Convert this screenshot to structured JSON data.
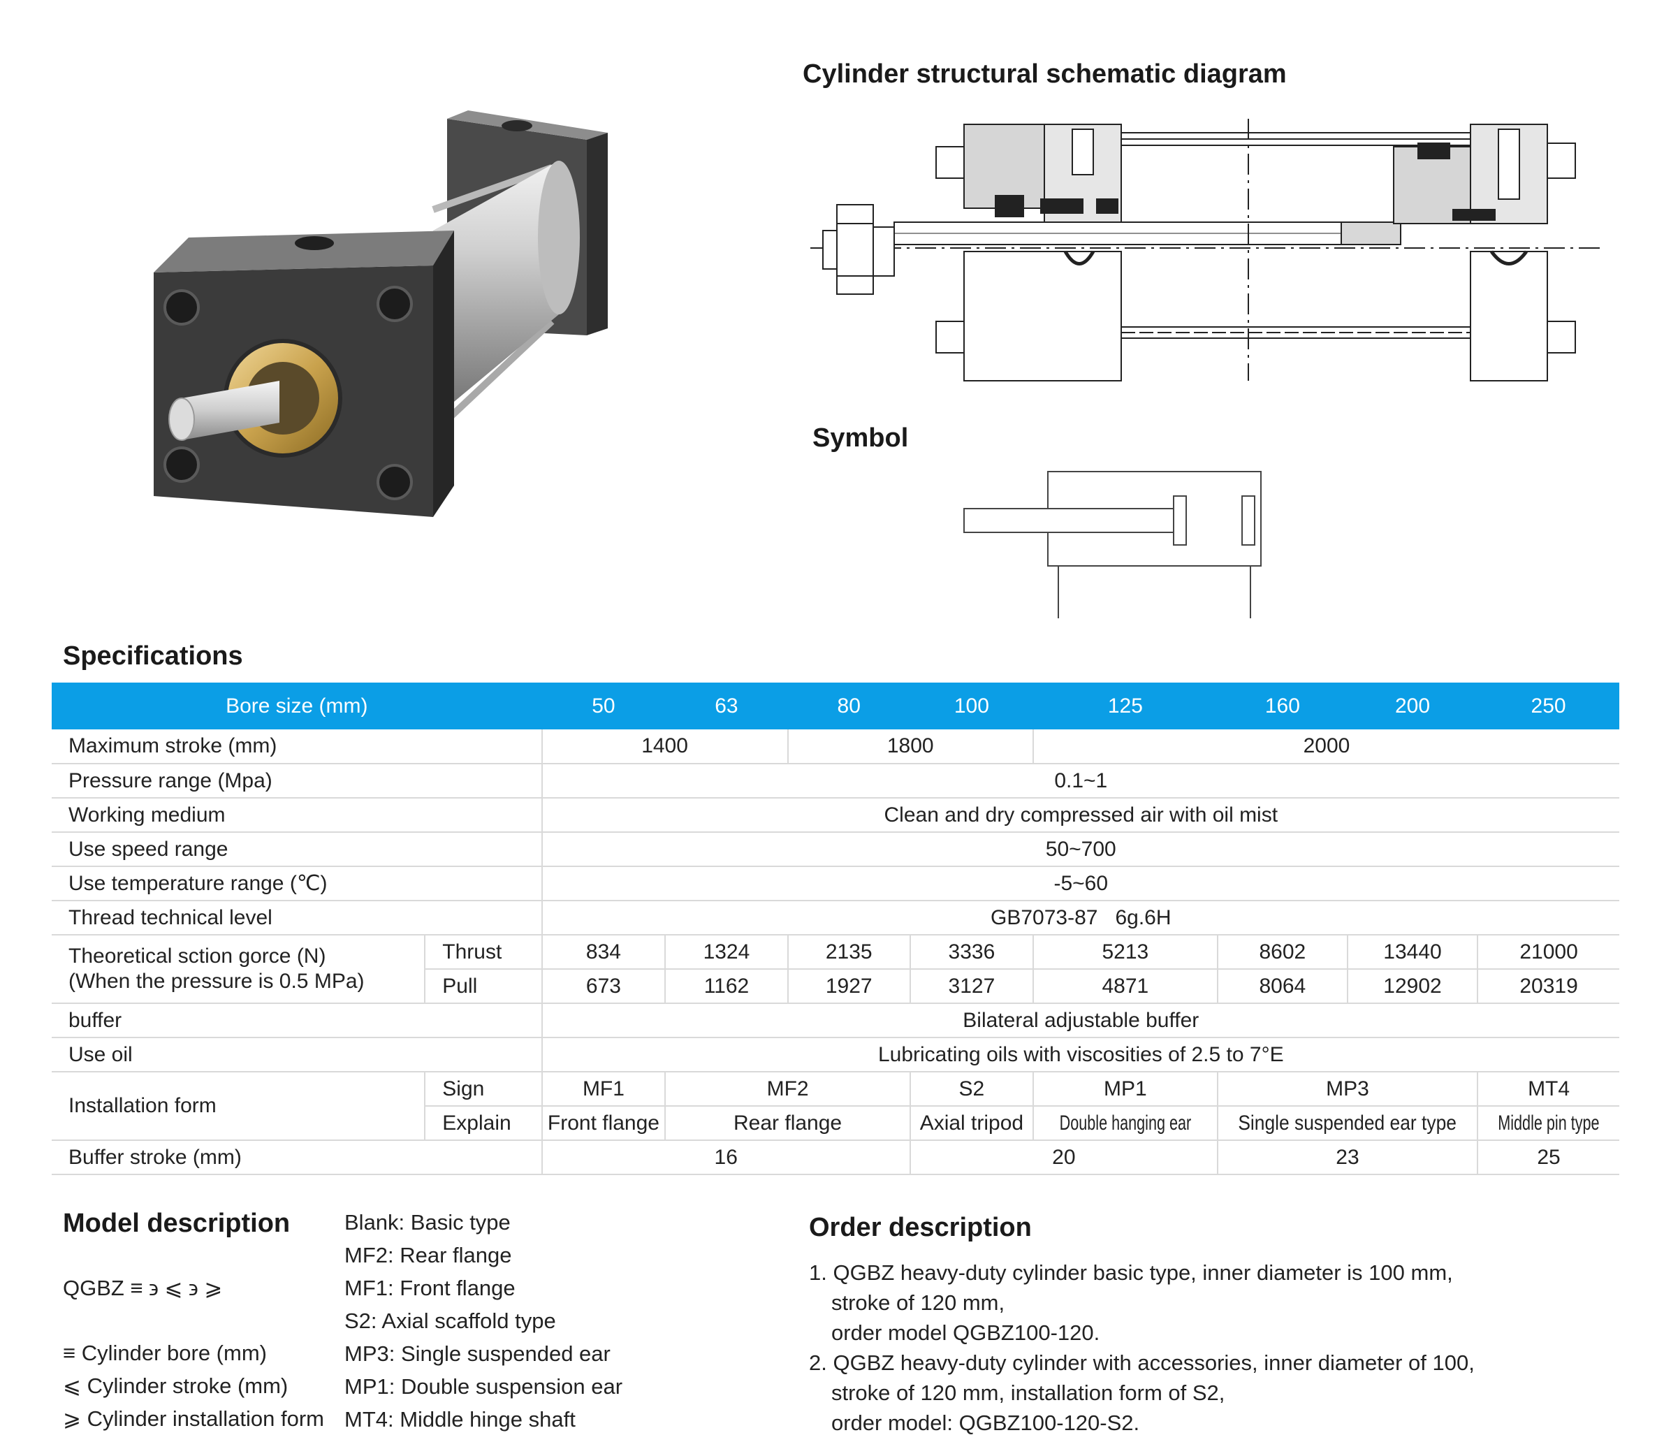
{
  "schematic": {
    "title": "Cylinder structural schematic diagram"
  },
  "symbol": {
    "title": "Symbol"
  },
  "specifications": {
    "title": "Specifications",
    "header_label": "Bore size (mm)",
    "bores": [
      "50",
      "63",
      "80",
      "100",
      "125",
      "160",
      "200",
      "250"
    ],
    "max_stroke": {
      "label": "Maximum stroke (mm)",
      "values": [
        "1400",
        "1800",
        "2000"
      ]
    },
    "pressure": {
      "label": "Pressure range (Mpa)",
      "value": "0.1~1"
    },
    "medium": {
      "label": "Working medium",
      "value": "Clean and dry compressed air with oil mist"
    },
    "speed": {
      "label": "Use speed range",
      "value": "50~700"
    },
    "temperature": {
      "label": "Use temperature range (℃)",
      "value": "-5~60"
    },
    "thread": {
      "label": "Thread technical level",
      "value": "GB7073-87   6g.6H"
    },
    "force": {
      "label_line1": "Theoretical sction gorce (N)",
      "label_line2": "(When the pressure is 0.5 MPa)",
      "thrust_label": "Thrust",
      "thrust": [
        "834",
        "1324",
        "2135",
        "3336",
        "5213",
        "8602",
        "13440",
        "21000"
      ],
      "pull_label": "Pull",
      "pull": [
        "673",
        "1162",
        "1927",
        "3127",
        "4871",
        "8064",
        "12902",
        "20319"
      ]
    },
    "buffer": {
      "label": "buffer",
      "value": "Bilateral adjustable buffer"
    },
    "oil": {
      "label": "Use oil",
      "value": "Lubricating oils with viscosities of 2.5 to 7°E"
    },
    "installation": {
      "label": "Installation form",
      "sign_label": "Sign",
      "signs": [
        "MF1",
        "MF2",
        "S2",
        "MP1",
        "MP3",
        "MT4"
      ],
      "explain_label": "Explain",
      "explains": [
        "Front flange",
        "Rear flange",
        "Axial tripod",
        "Double hanging ear",
        "Single suspended ear type",
        "Middle pin type"
      ]
    },
    "buffer_stroke": {
      "label": "Buffer stroke (mm)",
      "values": [
        "16",
        "20",
        "23",
        "25"
      ]
    }
  },
  "model": {
    "title": "Model description",
    "code": "QGBZ ≡ ϶ ⩽ ϶ ⩾",
    "legend": [
      "≡ Cylinder bore (mm)",
      "⩽ Cylinder stroke (mm)",
      "⩾ Cylinder installation form"
    ],
    "types": [
      "Blank: Basic type",
      "MF2: Rear flange",
      "MF1: Front flange",
      "S2: Axial scaffold type",
      "MP3: Single suspended ear",
      "MP1: Double suspension ear",
      "MT4: Middle hinge shaft"
    ]
  },
  "order": {
    "title": "Order description",
    "lines": [
      "1. QGBZ heavy-duty cylinder basic type, inner diameter is 100 mm,",
      "stroke of 120 mm,",
      "order model QGBZ100-120.",
      "2. QGBZ heavy-duty cylinder with accessories, inner diameter of 100,",
      "stroke of 120 mm, installation form of S2,",
      "order model: QGBZ100-120-S2."
    ]
  }
}
